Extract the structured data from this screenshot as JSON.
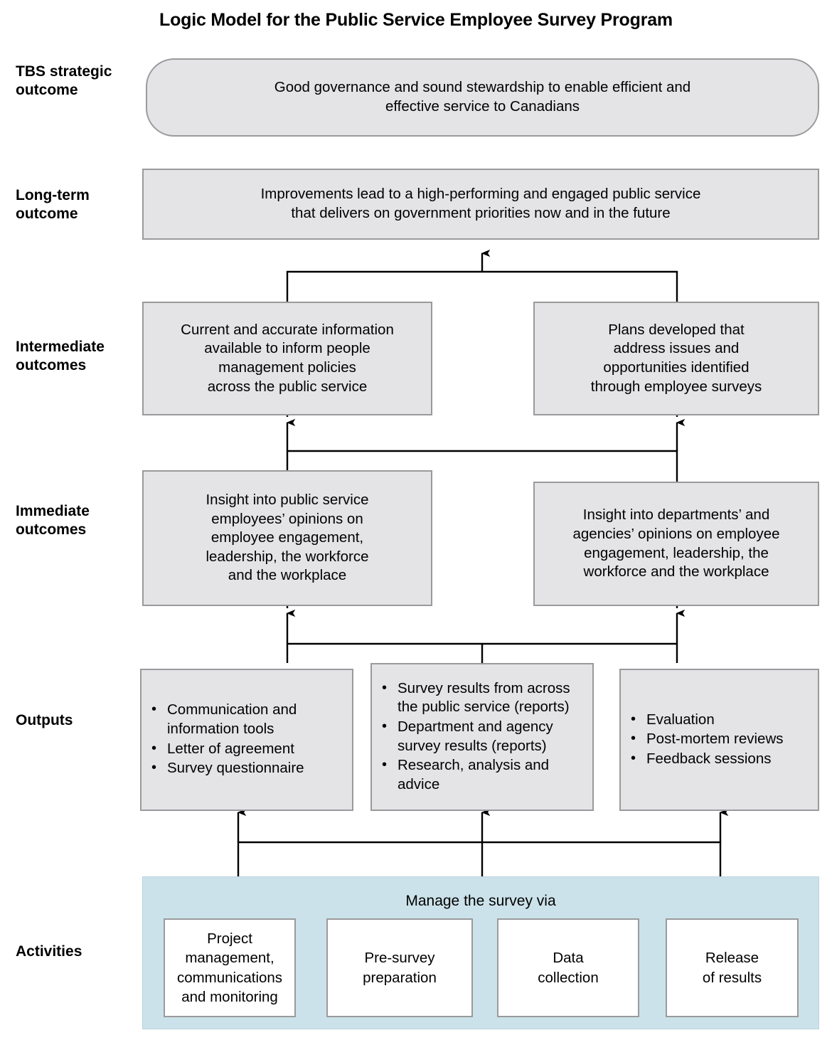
{
  "title": "Logic Model for the Public Service Employee Survey Program",
  "colors": {
    "box_fill": "#e4e4e6",
    "box_border": "#9a9a9c",
    "activities_fill": "#cce2ea",
    "activities_border": "#b9d3dc",
    "connector": "#000000",
    "text": "#000000",
    "page_background": "#ffffff"
  },
  "rows": {
    "tbs_strategic_outcome": {
      "label": "TBS\nstrategic\noutcome",
      "box_text": "Good governance and sound stewardship to enable efficient and\neffective service to Canadians"
    },
    "long_term_outcome": {
      "label": "Long-term\noutcome",
      "box_text": "Improvements lead to a high-performing and engaged public service\nthat delivers on government priorities now and in the future"
    },
    "intermediate_outcomes": {
      "label": "Intermediate\noutcomes",
      "boxes": [
        {
          "text": "Current and accurate information\navailable to inform people\nmanagement policies\nacross the public service"
        },
        {
          "text": "Plans developed that\naddress issues and\nopportunities identified\nthrough employee surveys"
        }
      ]
    },
    "immediate_outcomes": {
      "label": "Immediate\noutcomes",
      "boxes": [
        {
          "text": "Insight into public service\nemployees’ opinions on\nemployee engagement,\nleadership, the workforce\nand the workplace"
        },
        {
          "text": "Insight into departments’ and\nagencies’ opinions on employee\nengagement, leadership, the\nworkforce and the workplace"
        }
      ]
    },
    "outputs": {
      "label": "Outputs",
      "boxes": [
        {
          "items": [
            "Communication and information tools",
            "Letter of agreement",
            "Survey questionnaire"
          ]
        },
        {
          "items": [
            "Survey results from across the public service (reports)",
            "Department and agency survey results (reports)",
            "Research, analysis and advice"
          ]
        },
        {
          "items": [
            "Evaluation",
            "Post-mortem reviews",
            "Feedback sessions"
          ]
        }
      ]
    },
    "activities": {
      "label": "Activities",
      "heading": "Manage the survey via",
      "boxes": [
        {
          "text": "Project\nmanagement,\ncommunications\nand monitoring"
        },
        {
          "text": "Pre-survey\npreparation"
        },
        {
          "text": "Data\ncollection"
        },
        {
          "text": "Release\nof results"
        }
      ]
    }
  }
}
